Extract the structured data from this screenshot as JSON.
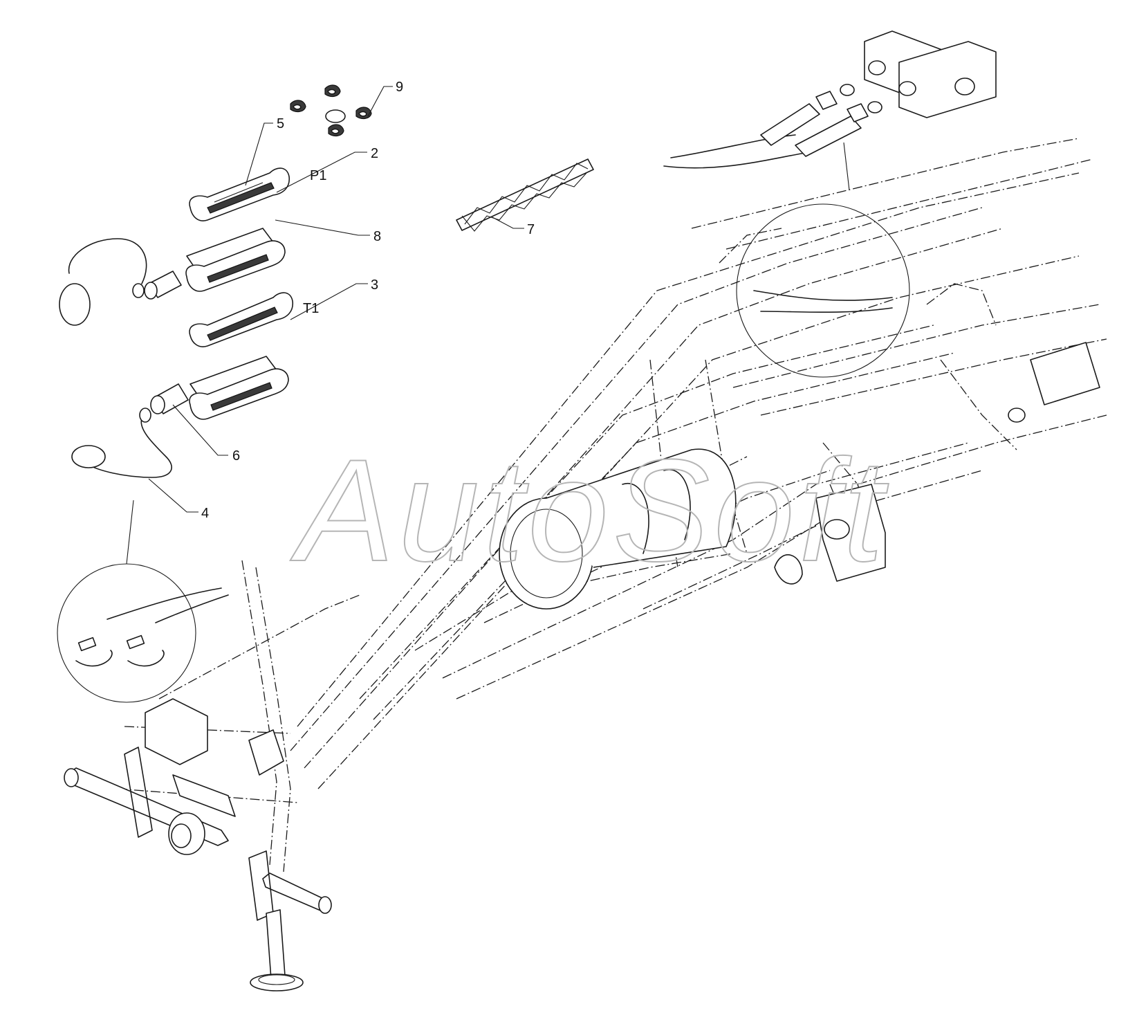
{
  "watermark": "AutoSoft",
  "callouts": {
    "c9": "9",
    "c5": "5",
    "c2": "2",
    "cP1": "P1",
    "c8": "8",
    "c3": "3",
    "cT1": "T1",
    "c6": "6",
    "c4": "4",
    "c7": "7"
  }
}
